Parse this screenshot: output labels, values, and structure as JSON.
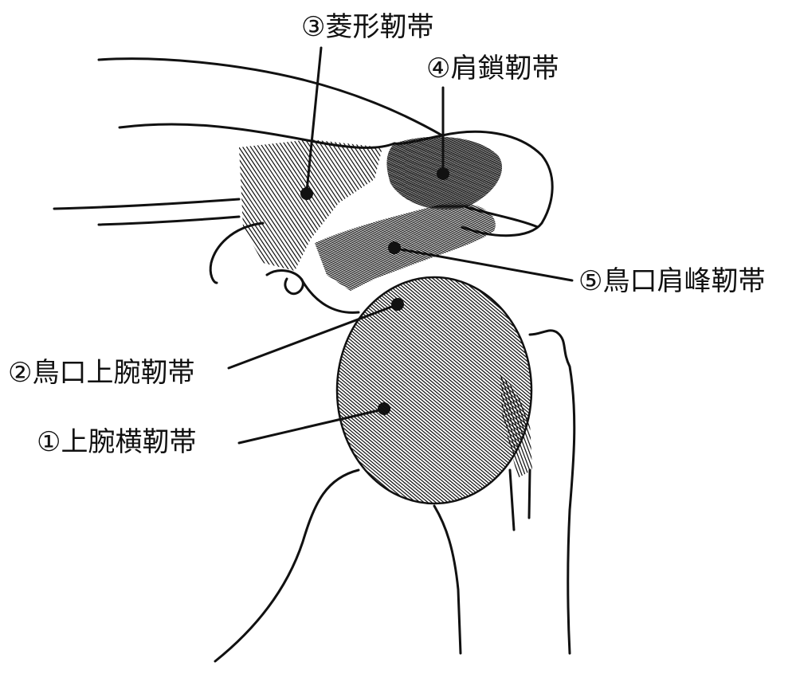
{
  "diagram": {
    "labels": [
      {
        "id": "lbl-1",
        "text": "①上腕横靭帯"
      },
      {
        "id": "lbl-2",
        "text": "②鳥口上腕靭帯"
      },
      {
        "id": "lbl-3",
        "text": "③菱形靭帯"
      },
      {
        "id": "lbl-4",
        "text": "④肩鎖靭帯"
      },
      {
        "id": "lbl-5",
        "text": "⑤鳥口肩峰靭帯"
      }
    ],
    "colors": {
      "ink": "#111111",
      "background": "#ffffff"
    }
  }
}
